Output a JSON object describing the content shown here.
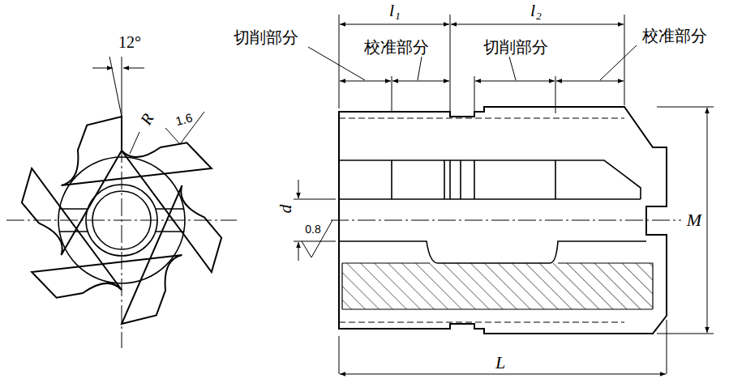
{
  "diagram": {
    "labels": [
      "12°",
      "R",
      "1.6",
      "切削部分",
      "校准部分",
      "切削部分",
      "校准部分",
      "l₁",
      "l₂",
      "d",
      "0.8",
      "M",
      "L"
    ]
  }
}
